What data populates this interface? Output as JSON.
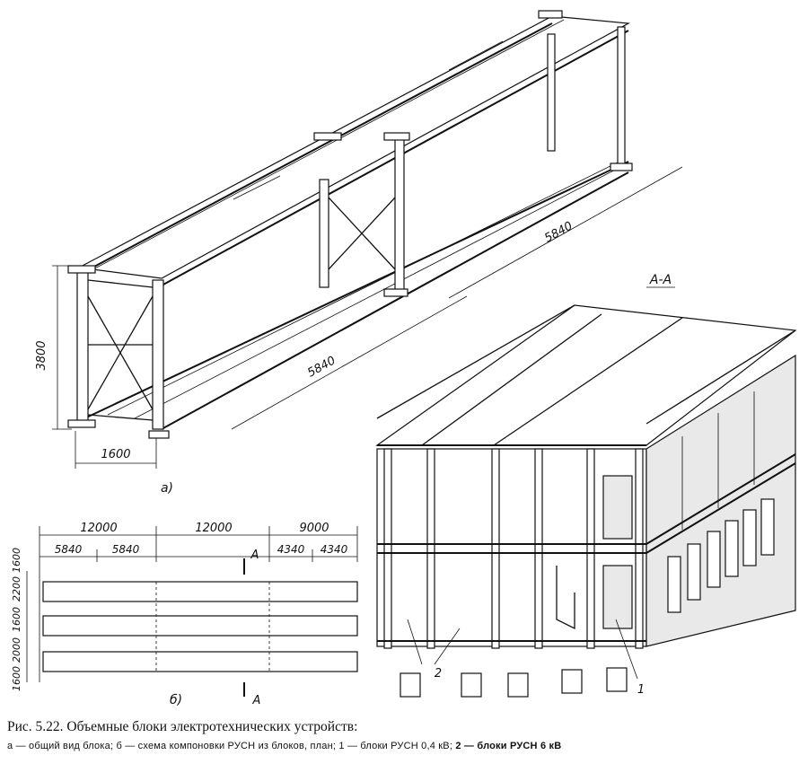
{
  "diagram_a": {
    "height_label": "3800",
    "width_label": "1600",
    "length_label_near": "5840",
    "length_label_far": "5840",
    "section_label": "A-A",
    "subfigure_label": "а)"
  },
  "diagram_b": {
    "top_dims": [
      "12000",
      "12000",
      "9000"
    ],
    "sub_dims": [
      "5840",
      "5840",
      "4340",
      "4340"
    ],
    "side_dims": [
      "1600",
      "2200",
      "1600",
      "2000",
      "1600"
    ],
    "section_mark": "А",
    "subfigure_label": "б)"
  },
  "diagram_3d": {
    "callouts": [
      "2",
      "1"
    ]
  },
  "caption": {
    "title": "Рис. 5.22. Объемные блоки электротехнических устройств:",
    "legend_a": "а — общий вид блока; ",
    "legend_b": "б — схема компоновки РУСН из блоков, план; ",
    "legend_1": "1 — блоки РУСН 0,4 кВ; ",
    "legend_2": "2 — блоки РУСН 6 кВ"
  }
}
